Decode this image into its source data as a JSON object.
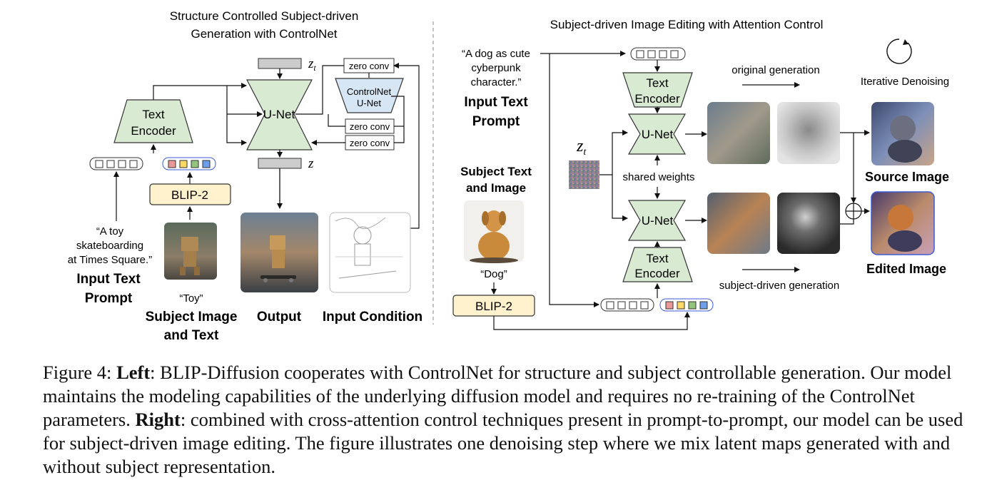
{
  "left": {
    "title_line1": "Structure Controlled Subject-driven",
    "title_line2": "Generation with ControlNet",
    "unet": "U-Net",
    "zt": "z",
    "zt_sub": "t",
    "z": "z",
    "zero_conv": "zero conv",
    "controlnet_line1": "ControlNet",
    "controlnet_line2": "U-Net",
    "text_encoder_line1": "Text",
    "text_encoder_line2": "Encoder",
    "blip": "BLIP-2",
    "prompt_line1": "“A toy",
    "prompt_line2": "skateboarding",
    "prompt_line3": "at Times Square.”",
    "prompt_label_line1": "Input Text",
    "prompt_label_line2": "Prompt",
    "subject_word": "“Toy”",
    "subject_label_line1": "Subject Image",
    "subject_label_line2": "and Text",
    "output_label": "Output",
    "condition_label": "Input Condition"
  },
  "right": {
    "title": "Subject-driven Image Editing with Attention Control",
    "prompt_line1": "“A dog as cute",
    "prompt_line2": "cyberpunk",
    "prompt_line3": "character.”",
    "prompt_label_line1": "Input Text",
    "prompt_label_line2": "Prompt",
    "subject_label_line1": "Subject Text",
    "subject_label_line2": "and Image",
    "subject_word": "“Dog”",
    "blip": "BLIP-2",
    "zt": "z",
    "zt_sub": "t",
    "text_encoder_line1": "Text",
    "text_encoder_line2": "Encoder",
    "unet": "U-Net",
    "shared_weights": "shared weights",
    "original_generation": "original generation",
    "subject_generation": "subject-driven generation",
    "iterative": "Iterative Denoising",
    "source_label": "Source Image",
    "edited_label": "Edited Image",
    "mix_symbol": "⊕"
  },
  "caption": {
    "figure": "Figure 4:",
    "left_word": "Left",
    "left_text": ": BLIP-Diffusion cooperates with ControlNet for structure and subject controllable generation. Our model maintains the modeling capabilities of the underlying diffusion model and requires no re-training of the ControlNet parameters. ",
    "right_word": "Right",
    "right_text": ": combined with cross-attention control techniques present in prompt-to-prompt, our model can be used for subject-driven image editing. The figure illustrates one denoising step where we mix latent maps generated with and without subject representation."
  },
  "colors": {
    "unet_fill": "#d9ead3",
    "controlnet_fill": "#d6e6f4",
    "blip_fill": "#fff2cc",
    "latent_bar": "#cccccc",
    "token_pink": "#ea9999",
    "token_yellow": "#ffd966",
    "token_green": "#93c47d",
    "token_blue": "#6d9eeb",
    "edited_border": "#3c5bd6"
  }
}
